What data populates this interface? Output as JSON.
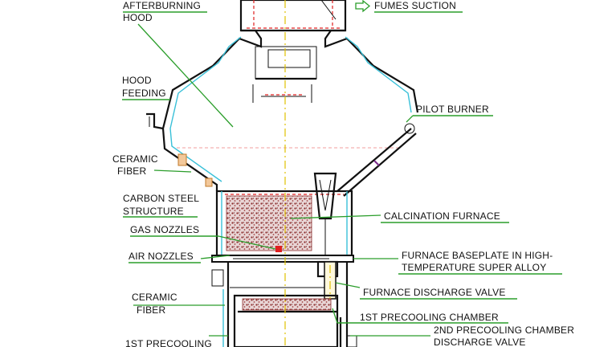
{
  "labels": {
    "afterburning_hood": [
      "AFTERBURNING",
      "HOOD"
    ],
    "fumes_suction": "FUMES SUCTION",
    "hood_feeding": [
      "HOOD",
      "FEEDING"
    ],
    "pilot_burner": "PILOT BURNER",
    "ceramic_fiber_top": [
      "CERAMIC",
      "FIBER"
    ],
    "carbon_steel_structure": [
      "CARBON STEEL",
      "STRUCTURE"
    ],
    "calcination_furnace": "CALCINATION FURNACE",
    "gas_nozzles": "GAS NOZZLES",
    "air_nozzles": "AIR NOZZLES",
    "furnace_baseplate": [
      "FURNACE BASEPLATE IN HIGH-",
      "TEMPERATURE SUPER ALLOY"
    ],
    "ceramic_fiber_bottom": [
      "CERAMIC",
      "FIBER"
    ],
    "furnace_discharge_valve": "FURNACE DISCHARGE VALVE",
    "first_precooling_chamber": "1ST PRECOOLING CHAMBER",
    "second_precooling_valve": [
      "2ND PRECOOLING CHAMBER",
      "DISCHARGE VALVE"
    ],
    "first_precooling_cut": "1ST PRECOOLING"
  },
  "colors": {
    "leader": "#2a9d2a",
    "outline": "#111111",
    "insulation": "#39c0d8",
    "refractory": "#e02020",
    "axis": "#e0c000",
    "charge": "#8b2a2a"
  }
}
